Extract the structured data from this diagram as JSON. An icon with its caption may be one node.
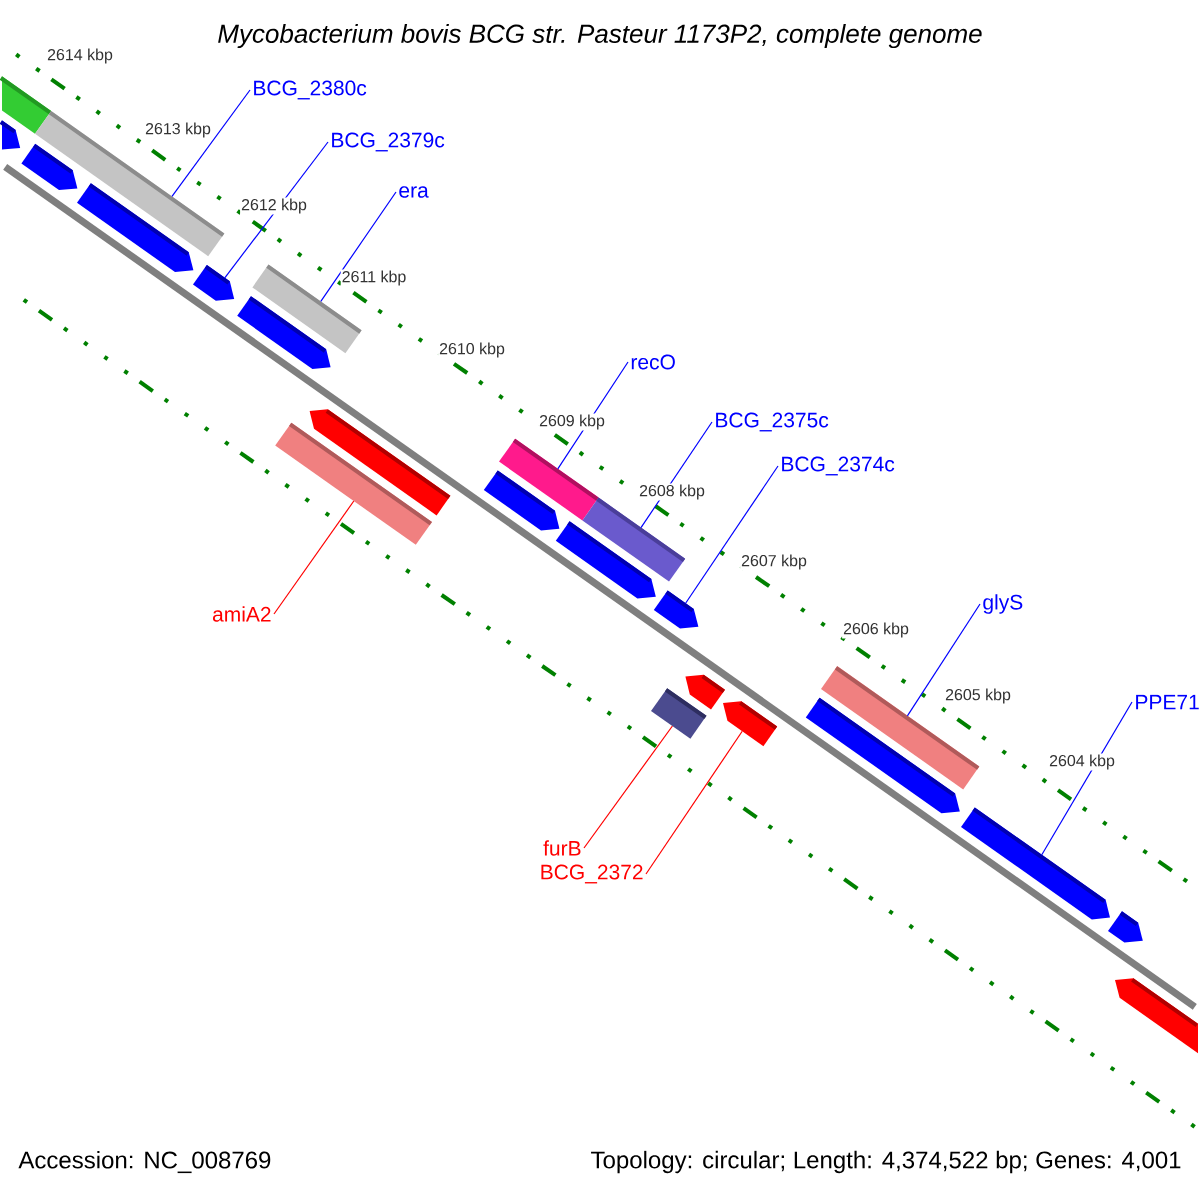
{
  "diagram": {
    "title": "Mycobacterium bovis BCG str. Pasteur 1173P2, complete genome",
    "nodes": [
      {
        "text": [
          "BCG_2380c"
        ]
      },
      {
        "text": [
          "BCG_2379c"
        ]
      },
      {
        "text": [
          "era"
        ]
      },
      {
        "text": [
          "recO"
        ]
      },
      {
        "text": [
          "BCG_2375c"
        ]
      },
      {
        "text": [
          "BCG_2374c"
        ]
      },
      {
        "text": [
          "glyS"
        ]
      },
      {
        "text": [
          "amiA2"
        ]
      },
      {
        "text": [
          "PPE71"
        ]
      },
      {
        "text": [
          "furB"
        ]
      },
      {
        "text": [
          "BCG_2372"
        ]
      },
      {
        "text": [],
        "shape": "bar"
      },
      {
        "text": [],
        "shape": "bar"
      },
      {
        "text": [],
        "shape": "bar"
      },
      {
        "text": [],
        "shape": "bar"
      },
      {
        "text": [],
        "shape": "bar"
      },
      {
        "text": [],
        "shape": "bar"
      },
      {
        "text": [],
        "shape": "bar"
      },
      {
        "text": [],
        "shape": "bar"
      },
      {
        "text": [],
        "shape": "bar"
      },
      {
        "text": [],
        "shape": "bar"
      },
      {
        "text": [],
        "shape": "bar"
      }
    ],
    "edges": [
      {
        "from": 0,
        "to": 11,
        "arrow": "none"
      },
      {
        "from": 1,
        "to": 12,
        "arrow": "none"
      },
      {
        "from": 2,
        "to": 13,
        "arrow": "none"
      },
      {
        "from": 3,
        "to": 14,
        "arrow": "none"
      },
      {
        "from": 4,
        "to": 15,
        "arrow": "none"
      },
      {
        "from": 5,
        "to": 16,
        "arrow": "none"
      },
      {
        "from": 6,
        "to": 17,
        "arrow": "none"
      },
      {
        "from": 7,
        "to": 19,
        "arrow": "none",
        "color": "#ff0000"
      },
      {
        "from": 8,
        "to": 18,
        "arrow": "none"
      },
      {
        "from": 9,
        "to": 20,
        "arrow": "none",
        "color": "#ff0000"
      },
      {
        "from": 10,
        "to": 21,
        "arrow": "none",
        "color": "#ff0000"
      }
    ],
    "labels": [
      "2614 kbp",
      "2613 kbp",
      "2612 kbp",
      "2611 kbp",
      "2610 kbp",
      "2609 kbp",
      "2608 kbp",
      "2607 kbp",
      "2606 kbp",
      "2605 kbp",
      "2604 kbp",
      "Accession: NC_008769",
      "Topology: circular; Length: 4,374,522 bp; Genes: 4,001"
    ]
  }
}
